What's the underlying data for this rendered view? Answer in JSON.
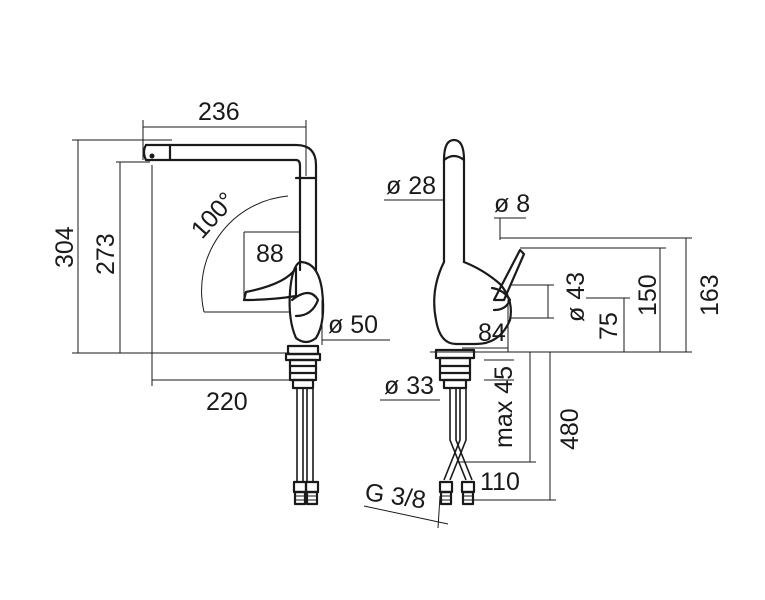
{
  "dimensions": {
    "front_width_top": "236",
    "front_height_total": "304",
    "front_height_spout": "273",
    "swivel_angle": "100°",
    "lever_height": "88",
    "body_diameter": "ø 50",
    "front_base_width": "220",
    "spout_diameter": "ø 28",
    "lever_diameter": "ø 8",
    "side_height_163": "163",
    "side_height_150": "150",
    "lever_diameter_43": "ø 43",
    "side_height_75": "75",
    "lever_reach": "84",
    "mount_hole": "ø 33",
    "max_deck": "max 45",
    "hose_length": "480",
    "hose_offset": "110",
    "thread": "G 3/8"
  }
}
